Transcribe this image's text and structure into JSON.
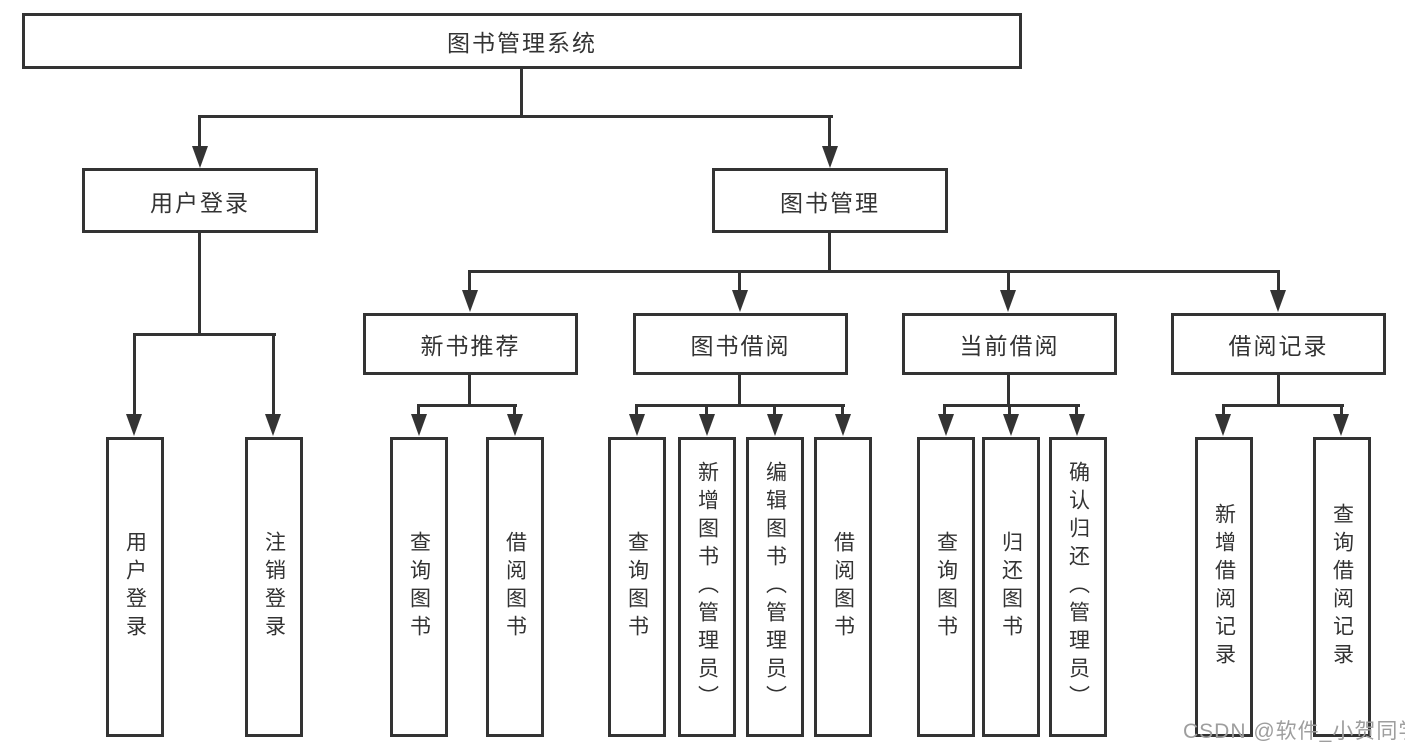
{
  "diagram_title": "图书管理系统",
  "nodes": {
    "root": "图书管理系统",
    "user_login": "用户登录",
    "book_management": "图书管理",
    "new_book_recommend": "新书推荐",
    "book_borrowing": "图书借阅",
    "current_borrowing": "当前借阅",
    "borrowing_records": "借阅记录",
    "leaf_user_login": "用户登录",
    "leaf_logout": "注销登录",
    "leaf_nb_query_books": "查询图书",
    "leaf_nb_borrow_books": "借阅图书",
    "leaf_bb_query_books": "查询图书",
    "leaf_bb_add_books": "新增图书（管理员）",
    "leaf_bb_edit_books": "编辑图书（管理员）",
    "leaf_bb_borrow_books": "借阅图书",
    "leaf_cb_query_books": "查询图书",
    "leaf_cb_return_books": "归还图书",
    "leaf_cb_confirm_return": "确认归还（管理员）",
    "leaf_br_add_record": "新增借阅记录",
    "leaf_br_query_record": "查询借阅记录"
  },
  "watermark": "CSDN @软件_小贺同学",
  "colors": {
    "line": "#333333",
    "box_border": "#333333",
    "box_fill": "#ffffff",
    "text": "#333333",
    "watermark": "#9e9e9e",
    "background": "#ffffff"
  }
}
